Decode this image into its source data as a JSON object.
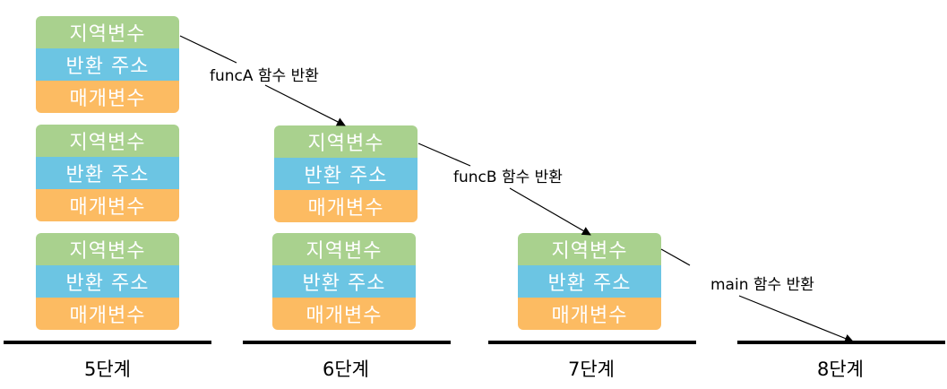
{
  "colors": {
    "local": "#a9d18e",
    "return_address": "#6cc5e3",
    "parameter": "#fcbb62",
    "baseline": "#000000"
  },
  "row_labels": {
    "local": "지역변수",
    "return_address": "반환 주소",
    "parameter": "매개변수"
  },
  "stages": [
    {
      "label": "5단계",
      "frames": 3
    },
    {
      "label": "6단계",
      "frames": 2
    },
    {
      "label": "7단계",
      "frames": 1
    },
    {
      "label": "8단계",
      "frames": 0
    }
  ],
  "transitions": [
    {
      "label": "funcA 함수 반환"
    },
    {
      "label": "funcB 함수 반환"
    },
    {
      "label": "main 함수 반환"
    }
  ]
}
